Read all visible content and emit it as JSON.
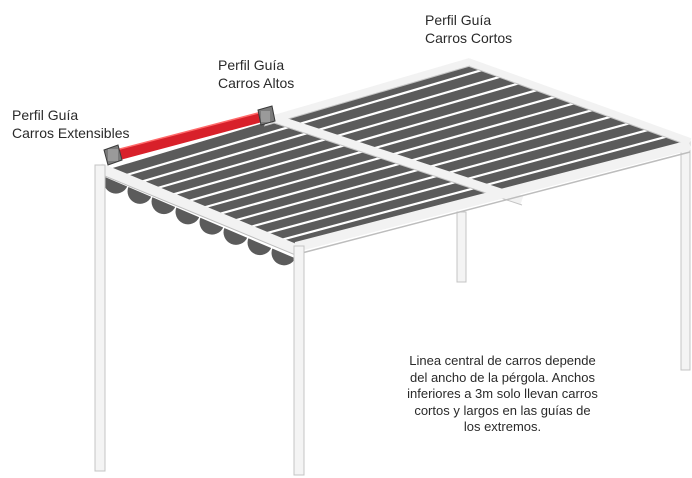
{
  "labels": {
    "extensibles": [
      "Perfil Guía",
      "Carros Extensibles"
    ],
    "altos": [
      "Perfil Guía",
      "Carros Altos"
    ],
    "cortos": [
      "Perfil Guía",
      "Carros Cortos"
    ]
  },
  "note_lines": [
    "Linea central de carros depende",
    "del ancho de la pérgola. Anchos",
    "inferiores a 3m solo llevan carros",
    "cortos y largos en las guías de",
    "los extremos."
  ],
  "colors": {
    "fabric": "#5b5b5b",
    "frame": "#f2f2f2",
    "frame_edge": "#c4c4c4",
    "highlight_profile": "#d8202a",
    "carriage": "#7a7a7a"
  }
}
